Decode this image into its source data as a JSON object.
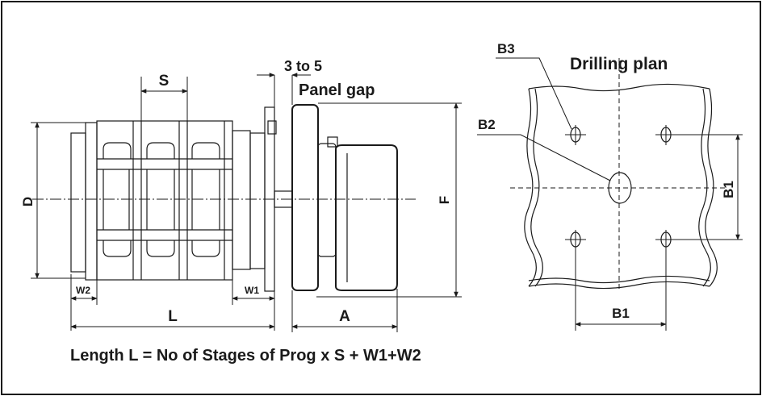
{
  "labels": {
    "s": "S",
    "d": "D",
    "f": "F",
    "l": "L",
    "a": "A",
    "w1": "W1",
    "w2": "W2",
    "three_to_five": "3 to 5",
    "panel_gap": "Panel gap",
    "drilling_plan": "Drilling plan",
    "b1_vertical": "B1",
    "b1_horizontal": "B1",
    "b2": "B2",
    "b3": "B3"
  },
  "formula": "Length L = No of Stages of Prog x S + W1+W2"
}
